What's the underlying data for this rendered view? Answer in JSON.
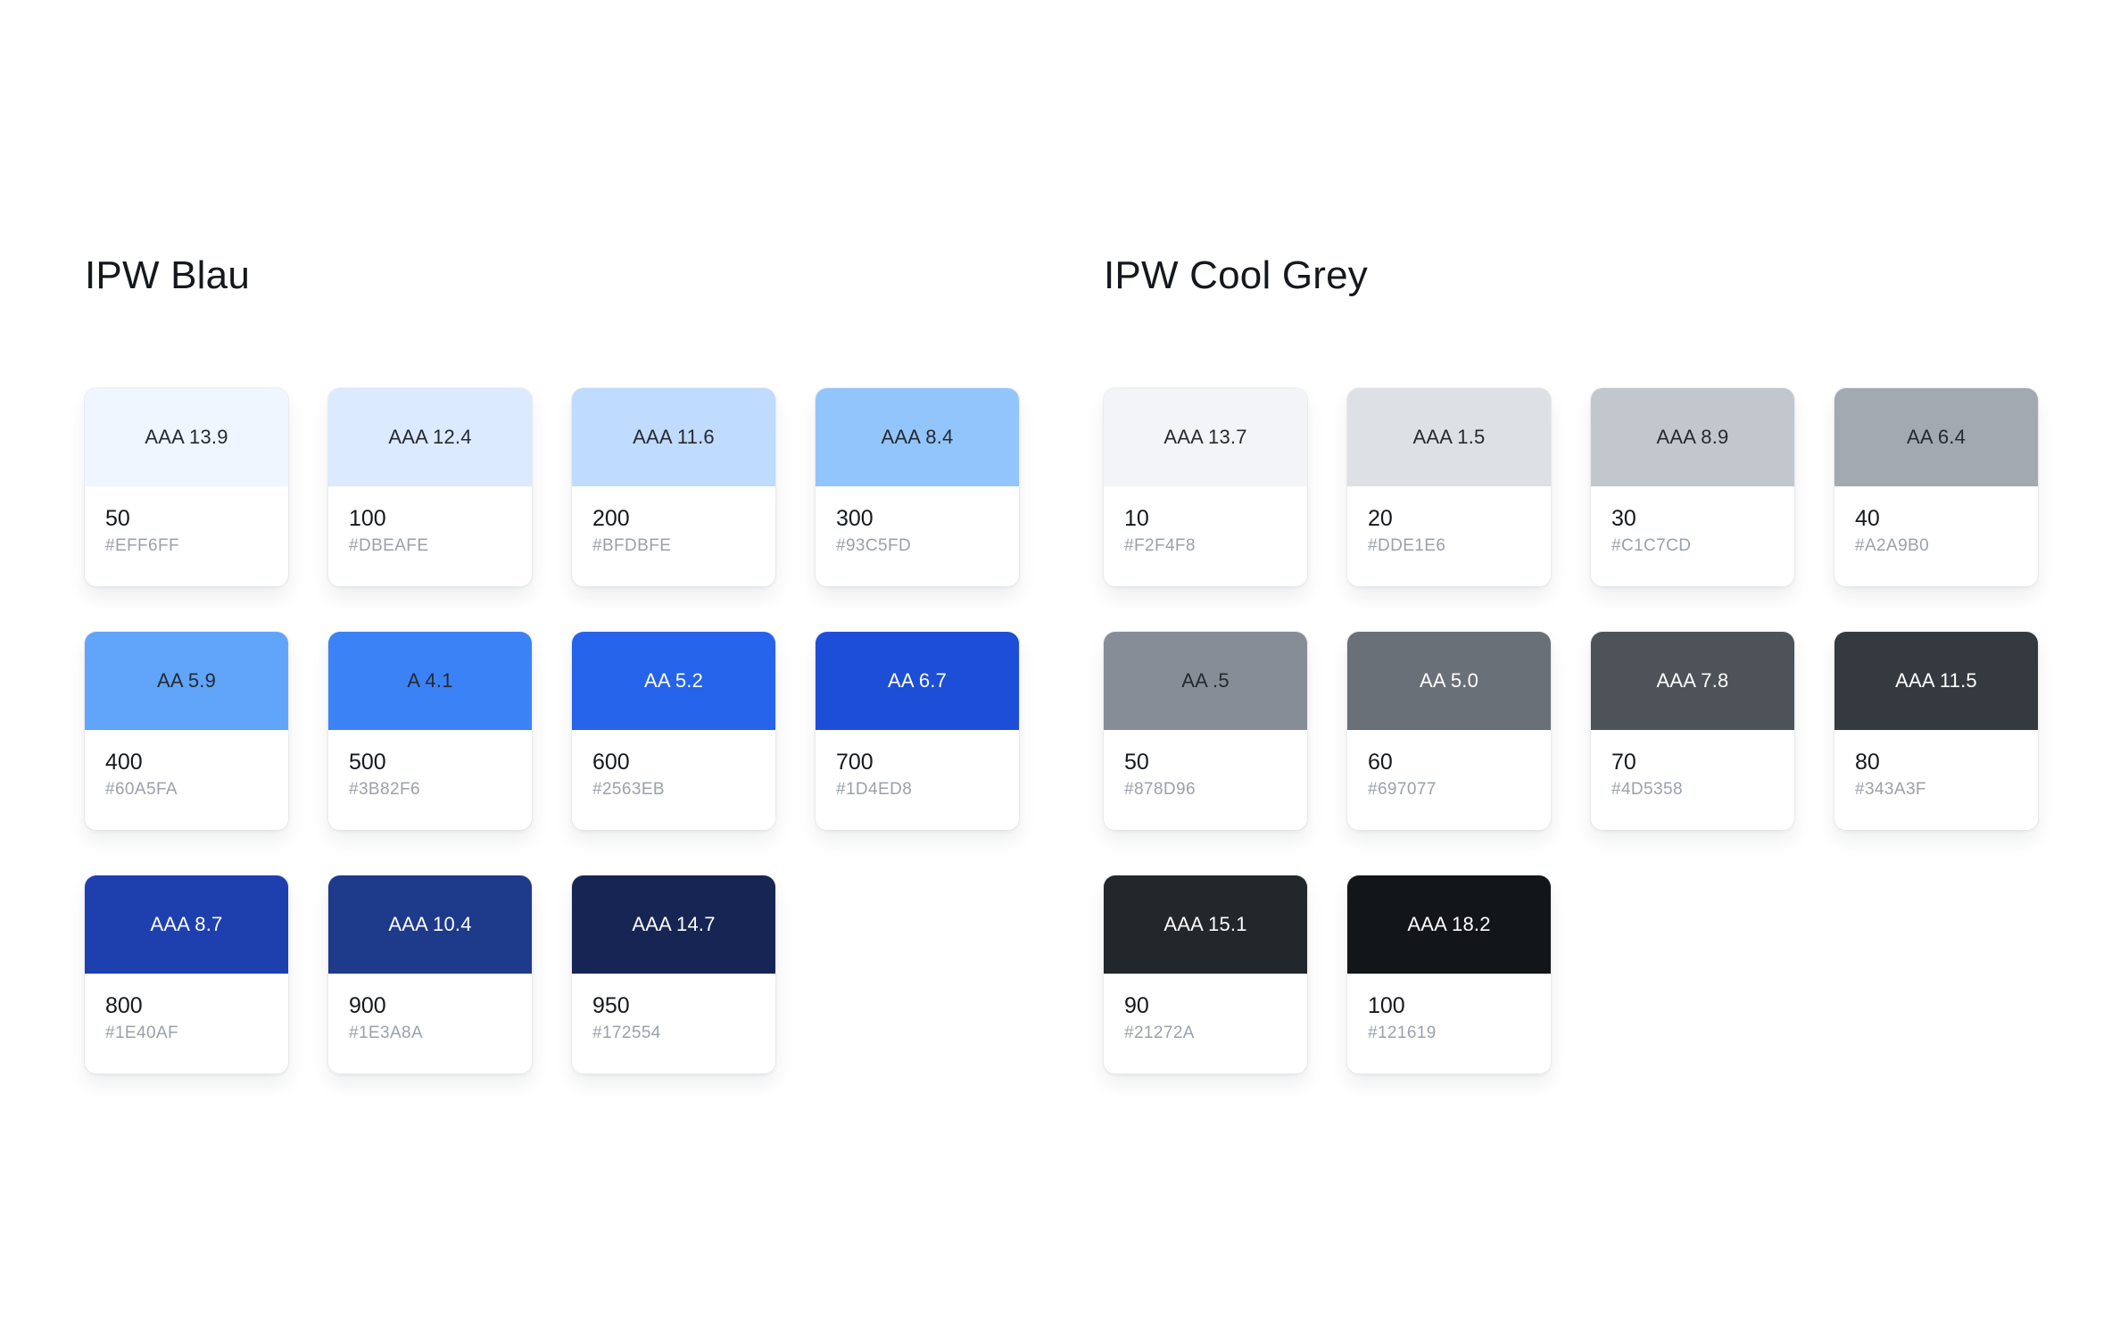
{
  "theme": {
    "page_bg": "#ffffff",
    "title_color": "#15181c",
    "contrast_label_dark": "#252a31",
    "contrast_label_light": "#ffffff",
    "scale_number_color": "#16191d",
    "hex_text_color": "#9aa1ab"
  },
  "sections": [
    {
      "title": "IPW Blau",
      "swatches": [
        {
          "contrast": "AAA 13.9",
          "scale": "50",
          "hex": "#EFF6FF",
          "label_style": "dark"
        },
        {
          "contrast": "AAA 12.4",
          "scale": "100",
          "hex": "#DBEAFE",
          "label_style": "dark"
        },
        {
          "contrast": "AAA 11.6",
          "scale": "200",
          "hex": "#BFDBFE",
          "label_style": "dark"
        },
        {
          "contrast": "AAA 8.4",
          "scale": "300",
          "hex": "#93C5FD",
          "label_style": "dark"
        },
        {
          "contrast": "AA 5.9",
          "scale": "400",
          "hex": "#60A5FA",
          "label_style": "dark"
        },
        {
          "contrast": "A 4.1",
          "scale": "500",
          "hex": "#3B82F6",
          "label_style": "dark"
        },
        {
          "contrast": "AA 5.2",
          "scale": "600",
          "hex": "#2563EB",
          "label_style": "light"
        },
        {
          "contrast": "AA 6.7",
          "scale": "700",
          "hex": "#1D4ED8",
          "label_style": "light"
        },
        {
          "contrast": "AAA 8.7",
          "scale": "800",
          "hex": "#1E40AF",
          "label_style": "light"
        },
        {
          "contrast": "AAA 10.4",
          "scale": "900",
          "hex": "#1E3A8A",
          "label_style": "light"
        },
        {
          "contrast": "AAA 14.7",
          "scale": "950",
          "hex": "#172554",
          "label_style": "light"
        }
      ]
    },
    {
      "title": "IPW Cool Grey",
      "swatches": [
        {
          "contrast": "AAA 13.7",
          "scale": "10",
          "hex": "#F2F4F8",
          "label_style": "dark"
        },
        {
          "contrast": "AAA 1.5",
          "scale": "20",
          "hex": "#DDE1E6",
          "label_style": "dark"
        },
        {
          "contrast": "AAA 8.9",
          "scale": "30",
          "hex": "#C1C7CD",
          "label_style": "dark"
        },
        {
          "contrast": "AA 6.4",
          "scale": "40",
          "hex": "#A2A9B0",
          "label_style": "dark"
        },
        {
          "contrast": "AA .5",
          "scale": "50",
          "hex": "#878D96",
          "label_style": "dark"
        },
        {
          "contrast": "AA 5.0",
          "scale": "60",
          "hex": "#697077",
          "label_style": "light"
        },
        {
          "contrast": "AAA 7.8",
          "scale": "70",
          "hex": "#4D5358",
          "label_style": "light"
        },
        {
          "contrast": "AAA 11.5",
          "scale": "80",
          "hex": "#343A3F",
          "label_style": "light"
        },
        {
          "contrast": "AAA 15.1",
          "scale": "90",
          "hex": "#21272A",
          "label_style": "light"
        },
        {
          "contrast": "AAA 18.2",
          "scale": "100",
          "hex": "#121619",
          "label_style": "light"
        }
      ]
    }
  ]
}
